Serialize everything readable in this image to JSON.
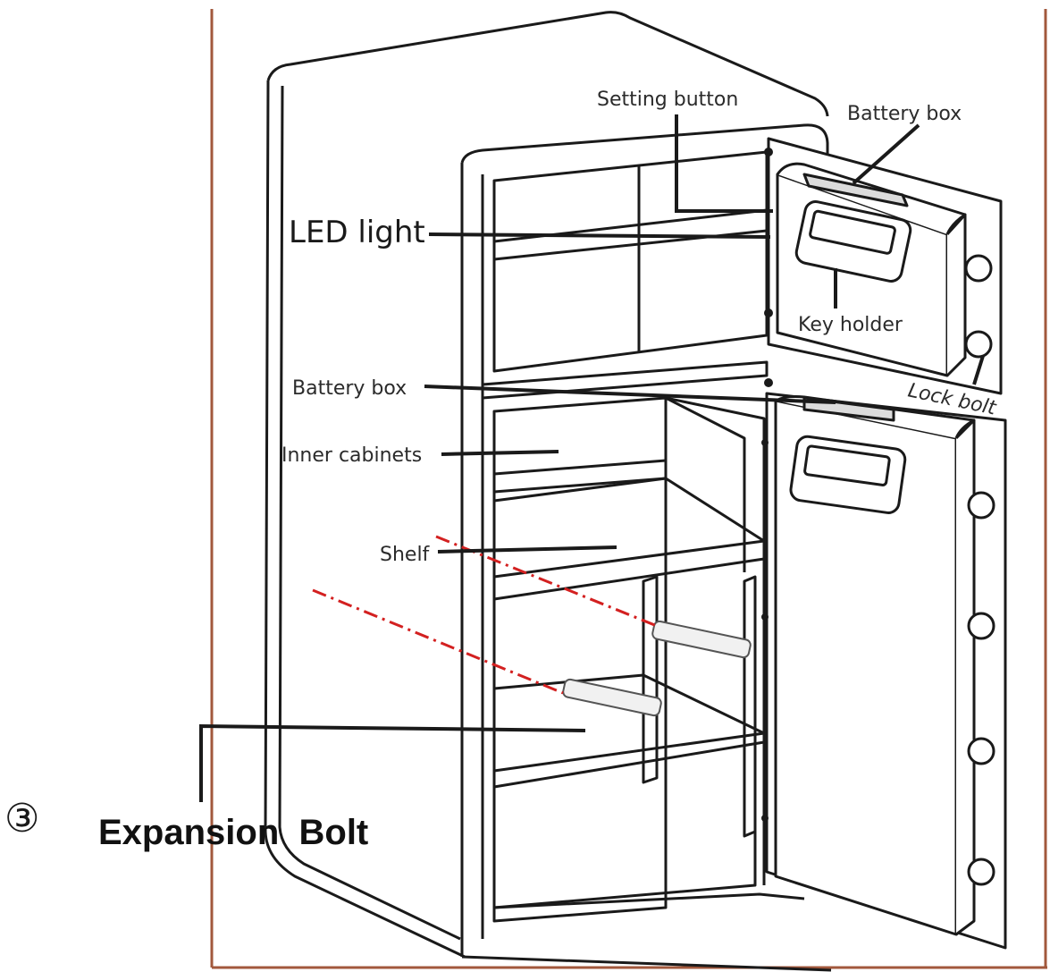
{
  "labels": {
    "setting_button": "Setting button",
    "battery_box_top": "Battery box",
    "led_light": "LED light",
    "key_holder": "Key holder",
    "battery_box_mid": "Battery box",
    "lock_bolt": "Lock bolt",
    "inner_cabinets": "Inner cabinets",
    "shelf": "Shelf"
  },
  "caption": {
    "number": "③",
    "text": "Expansion  Bolt"
  },
  "colors": {
    "line": "#1a1a1a",
    "frame": "#a2583c",
    "dashed": "#d32020",
    "text": "#2b2b2b"
  }
}
